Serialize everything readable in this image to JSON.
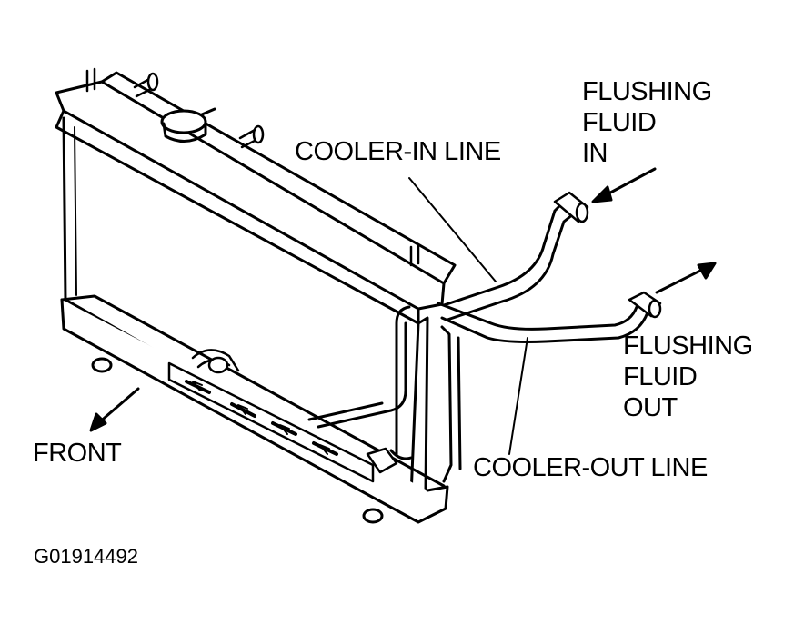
{
  "labels": {
    "flushing_in": [
      "FLUSHING",
      "FLUID",
      "IN"
    ],
    "cooler_in": "COOLER-IN LINE",
    "flushing_out": [
      "FLUSHING",
      "FLUID",
      "OUT"
    ],
    "front": "FRONT",
    "cooler_out": "COOLER-OUT LINE",
    "figure_code": "G01914492"
  },
  "colors": {
    "ink": "#000000",
    "paper": "#ffffff"
  }
}
